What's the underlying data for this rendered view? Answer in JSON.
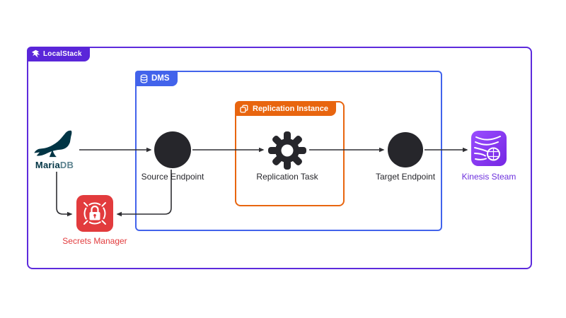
{
  "diagram": {
    "groups": {
      "localstack": {
        "label": "LocalStack"
      },
      "dms": {
        "label": "DMS"
      },
      "replication_instance": {
        "label": "Replication Instance"
      }
    },
    "nodes": {
      "mariadb": {
        "label_part1": "Maria",
        "label_part2": "DB"
      },
      "source_endpoint": {
        "label": "Source Endpoint"
      },
      "replication_task": {
        "label": "Replication Task"
      },
      "target_endpoint": {
        "label": "Target Endpoint"
      },
      "kinesis_stream": {
        "label": "Kinesis Steam"
      },
      "secrets_manager": {
        "label": "Secrets Manager"
      }
    },
    "edges": [
      {
        "from": "mariadb",
        "to": "source_endpoint"
      },
      {
        "from": "source_endpoint",
        "to": "replication_task"
      },
      {
        "from": "replication_task",
        "to": "target_endpoint"
      },
      {
        "from": "target_endpoint",
        "to": "kinesis_stream"
      },
      {
        "from": "mariadb",
        "to": "secrets_manager"
      },
      {
        "from": "source_endpoint",
        "to": "secrets_manager"
      }
    ],
    "colors": {
      "localstack_purple": "#5a26d9",
      "outer_border_purple": "#5d2bdc",
      "dms_blue": "#4263eb",
      "instance_orange": "#e8650f",
      "secrets_red": "#e23b3d",
      "node_dark": "#26262b",
      "kinesis_tile_purple": "#7526e3",
      "kinesis_label_purple": "#6d30dd",
      "arrow_dark": "#2f2f33",
      "mariadb_navy": "#013545",
      "mariadb_gray": "#5b828e"
    }
  }
}
